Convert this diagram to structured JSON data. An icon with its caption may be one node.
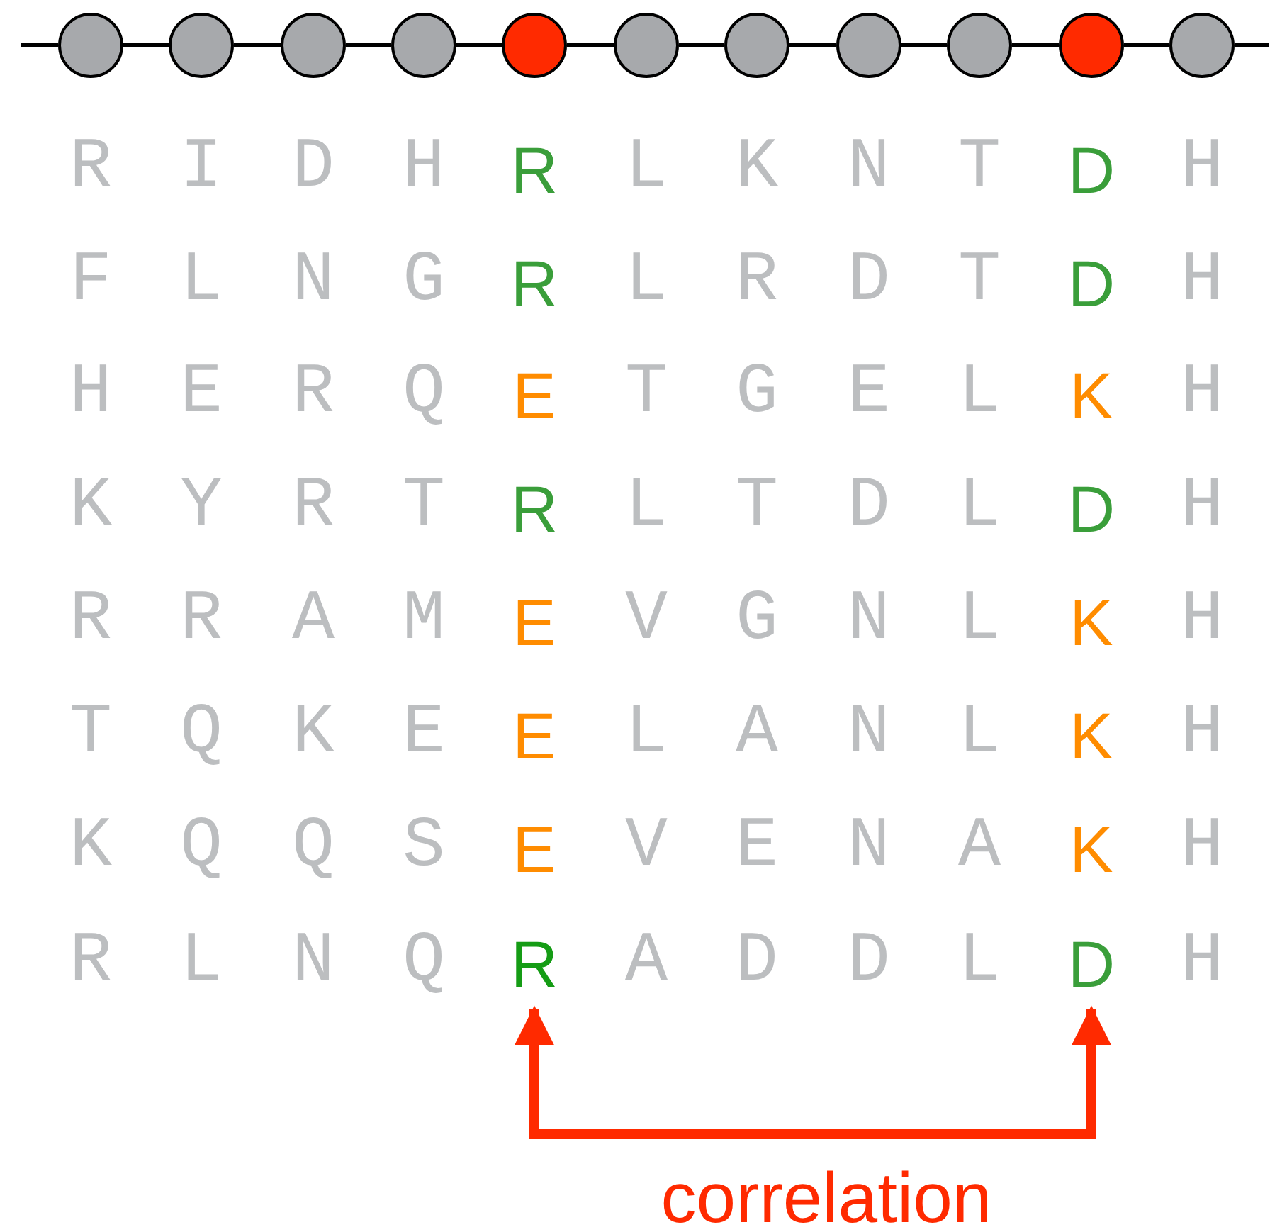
{
  "diagram": {
    "nodes": [
      {
        "text": [],
        "shape": "circle"
      },
      {
        "text": [],
        "shape": "circle"
      },
      {
        "text": [],
        "shape": "circle"
      },
      {
        "text": [],
        "shape": "circle"
      },
      {
        "text": [],
        "shape": "circle"
      },
      {
        "text": [],
        "shape": "circle"
      },
      {
        "text": [],
        "shape": "circle"
      },
      {
        "text": [],
        "shape": "circle"
      },
      {
        "text": [],
        "shape": "circle"
      },
      {
        "text": [],
        "shape": "circle"
      },
      {
        "text": [],
        "shape": "circle"
      },
      {
        "text": [
          "R"
        ]
      },
      {
        "text": [
          "D"
        ]
      },
      {
        "text": [
          "R"
        ]
      },
      {
        "text": [
          "D"
        ]
      },
      {
        "text": [
          "E"
        ]
      },
      {
        "text": [
          "K"
        ]
      },
      {
        "text": [
          "R"
        ]
      },
      {
        "text": [
          "D"
        ]
      },
      {
        "text": [
          "E"
        ]
      },
      {
        "text": [
          "K"
        ]
      },
      {
        "text": [
          "E"
        ]
      },
      {
        "text": [
          "K"
        ]
      },
      {
        "text": [
          "E"
        ]
      },
      {
        "text": [
          "K"
        ]
      },
      {
        "text": [
          "R"
        ]
      },
      {
        "text": [
          "D"
        ]
      }
    ],
    "edges": [
      {
        "from": null,
        "to": 0,
        "arrow": "none"
      },
      {
        "from": 0,
        "to": 1,
        "arrow": "none"
      },
      {
        "from": 1,
        "to": 2,
        "arrow": "none"
      },
      {
        "from": 2,
        "to": 3,
        "arrow": "none"
      },
      {
        "from": 3,
        "to": 4,
        "arrow": "none"
      },
      {
        "from": 4,
        "to": 5,
        "arrow": "none"
      },
      {
        "from": 5,
        "to": 6,
        "arrow": "none"
      },
      {
        "from": 6,
        "to": 7,
        "arrow": "none"
      },
      {
        "from": 7,
        "to": 8,
        "arrow": "none"
      },
      {
        "from": 8,
        "to": 9,
        "arrow": "none"
      },
      {
        "from": 9,
        "to": 10,
        "arrow": "none"
      },
      {
        "from": 10,
        "to": null,
        "arrow": "none"
      },
      {
        "from": 25,
        "to": 26,
        "arrow": "both",
        "label": "correlation",
        "style": "thick",
        "color": "#ff2a00"
      }
    ],
    "labels": [
      "R",
      "I",
      "D",
      "H",
      "L",
      "K",
      "N",
      "T",
      "H",
      "F",
      "L",
      "N",
      "G",
      "L",
      "R",
      "D",
      "T",
      "H",
      "H",
      "E",
      "R",
      "Q",
      "T",
      "G",
      "E",
      "L",
      "H",
      "K",
      "Y",
      "R",
      "T",
      "L",
      "T",
      "D",
      "L",
      "H",
      "R",
      "R",
      "A",
      "M",
      "V",
      "G",
      "N",
      "L",
      "H",
      "T",
      "Q",
      "K",
      "E",
      "L",
      "A",
      "N",
      "L",
      "H",
      "K",
      "Q",
      "Q",
      "S",
      "V",
      "E",
      "N",
      "A",
      "H",
      "R",
      "L",
      "N",
      "Q",
      "A",
      "D",
      "D",
      "L",
      "H"
    ]
  }
}
